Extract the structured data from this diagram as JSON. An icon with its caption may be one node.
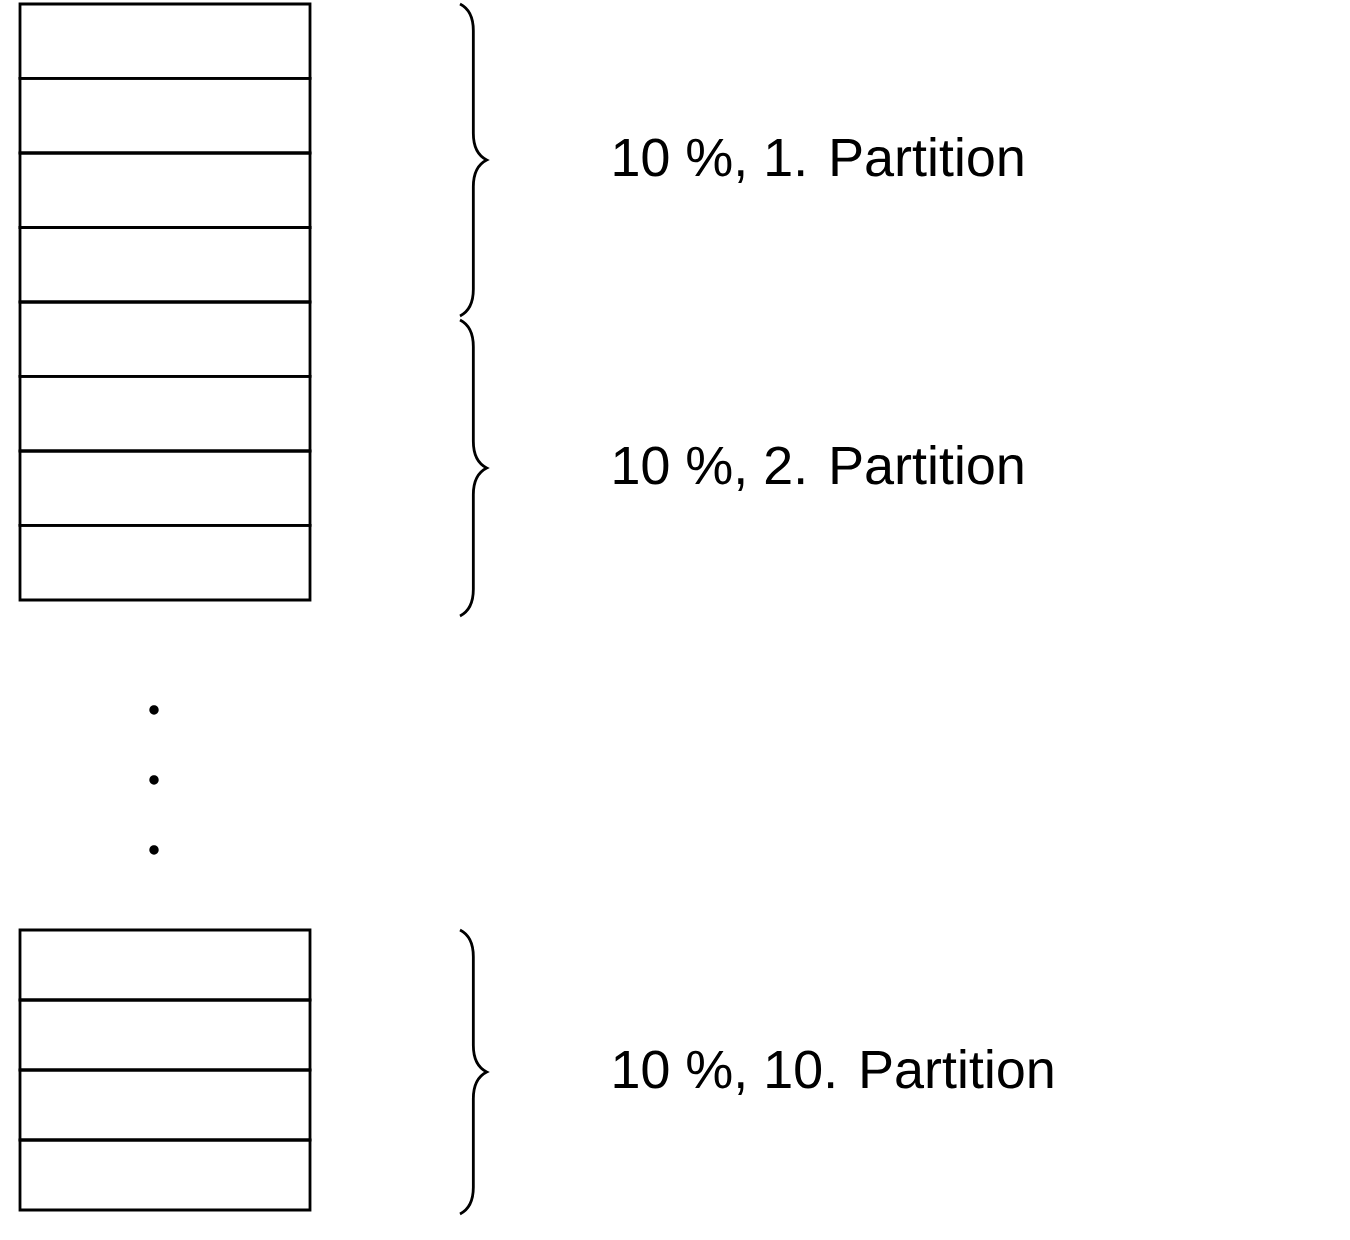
{
  "diagram": {
    "labels": [
      "10 %, 1. Partition",
      "10 %, 2. Partition",
      "10 %, 10. Partition"
    ]
  }
}
